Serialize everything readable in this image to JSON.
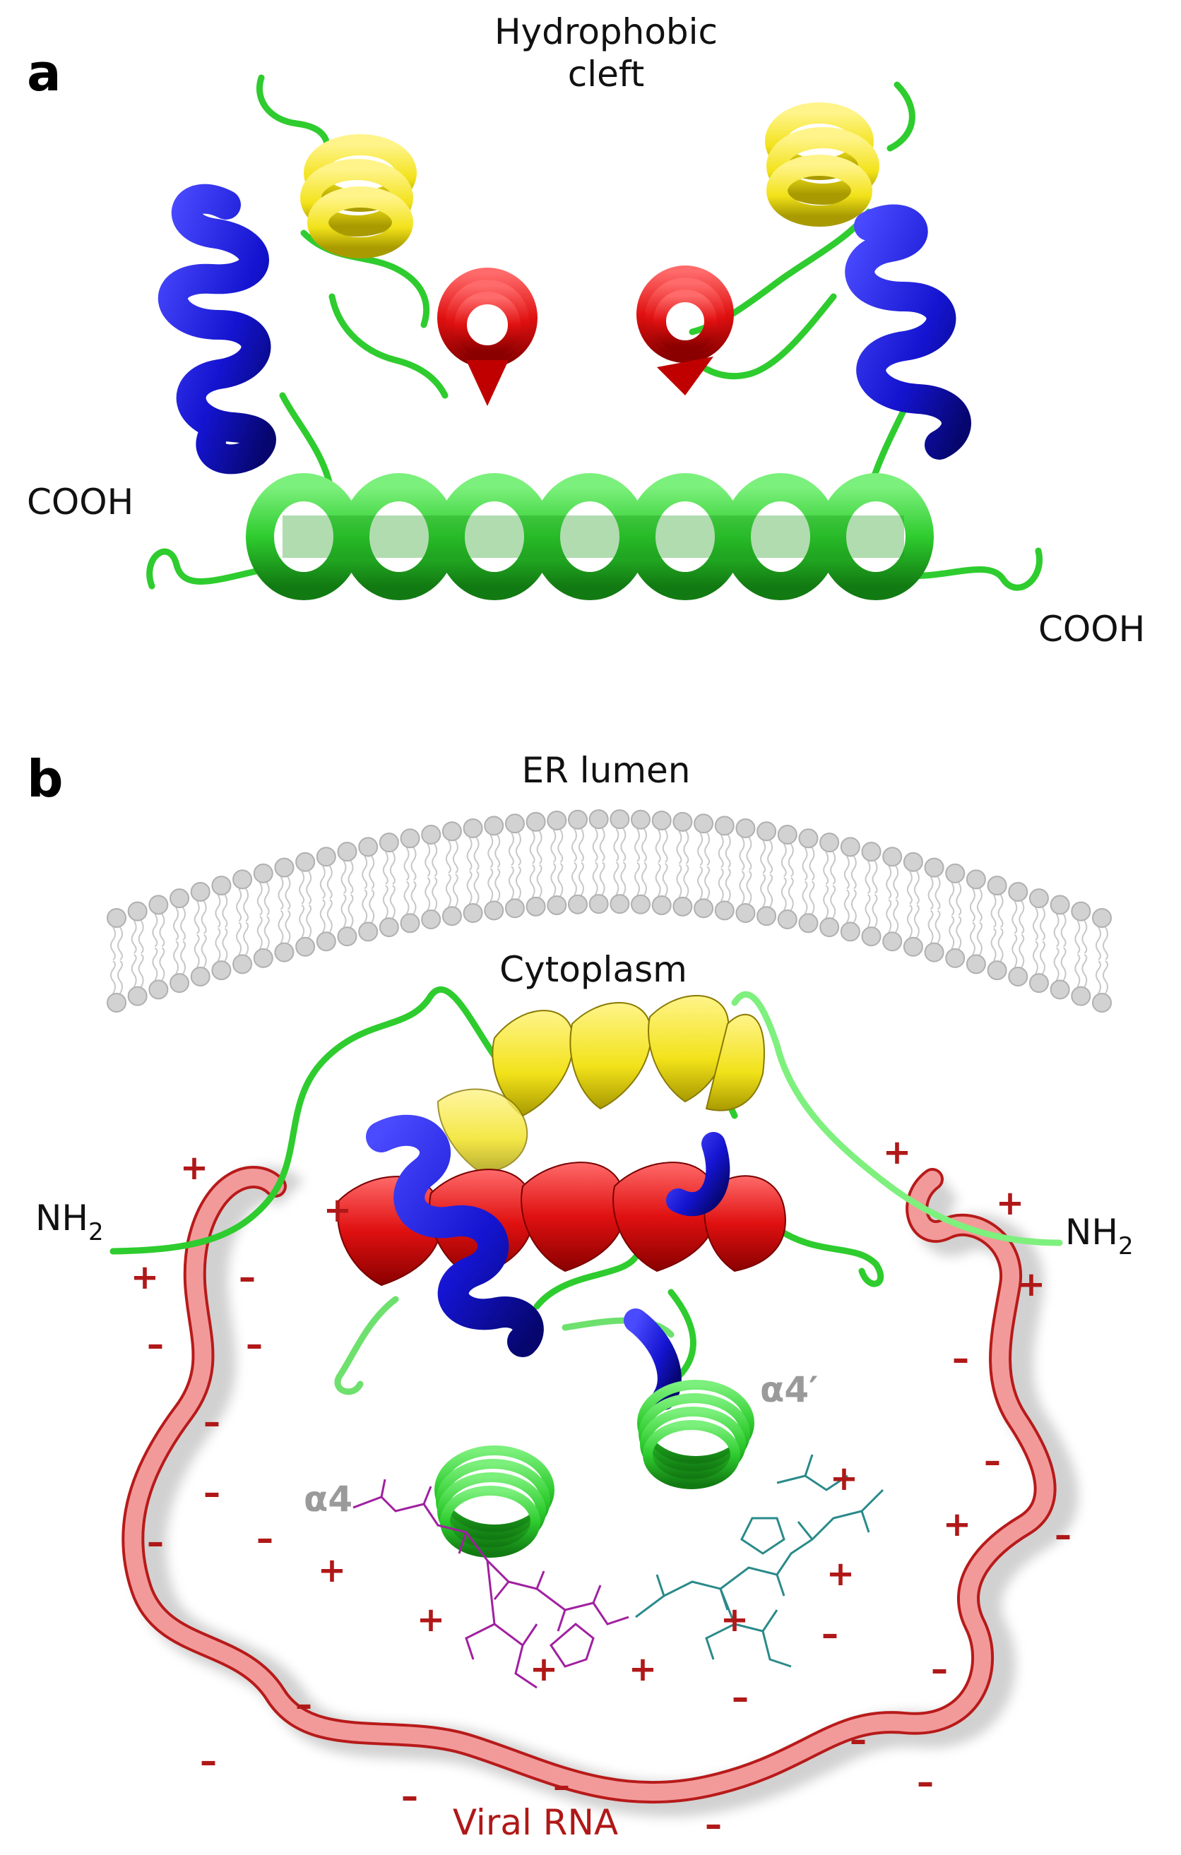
{
  "panel_a": {
    "letter": "a",
    "cleft_label_line1": "Hydrophobic",
    "cleft_label_line2": "cleft",
    "cooh_left": "COOH",
    "cooh_right": "COOH"
  },
  "panel_b": {
    "letter": "b",
    "er_lumen": "ER lumen",
    "cytoplasm": "Cytoplasm",
    "nh2_left": "NH",
    "nh2_right": "NH",
    "subscript": "2",
    "alpha4": "α4",
    "alpha4_prime": "α4′",
    "viral_rna": "Viral RNA",
    "plus_sign": "+",
    "minus_sign": "–"
  },
  "colors": {
    "green": "#2ecc2e",
    "yellow": "#f2e21a",
    "blue": "#1414d0",
    "red": "#e01010",
    "membrane": "#cfcfcf",
    "rna": "#f08a8a",
    "charge": "#b01818",
    "purple": "#a020a0",
    "teal": "#2a8a8a"
  }
}
